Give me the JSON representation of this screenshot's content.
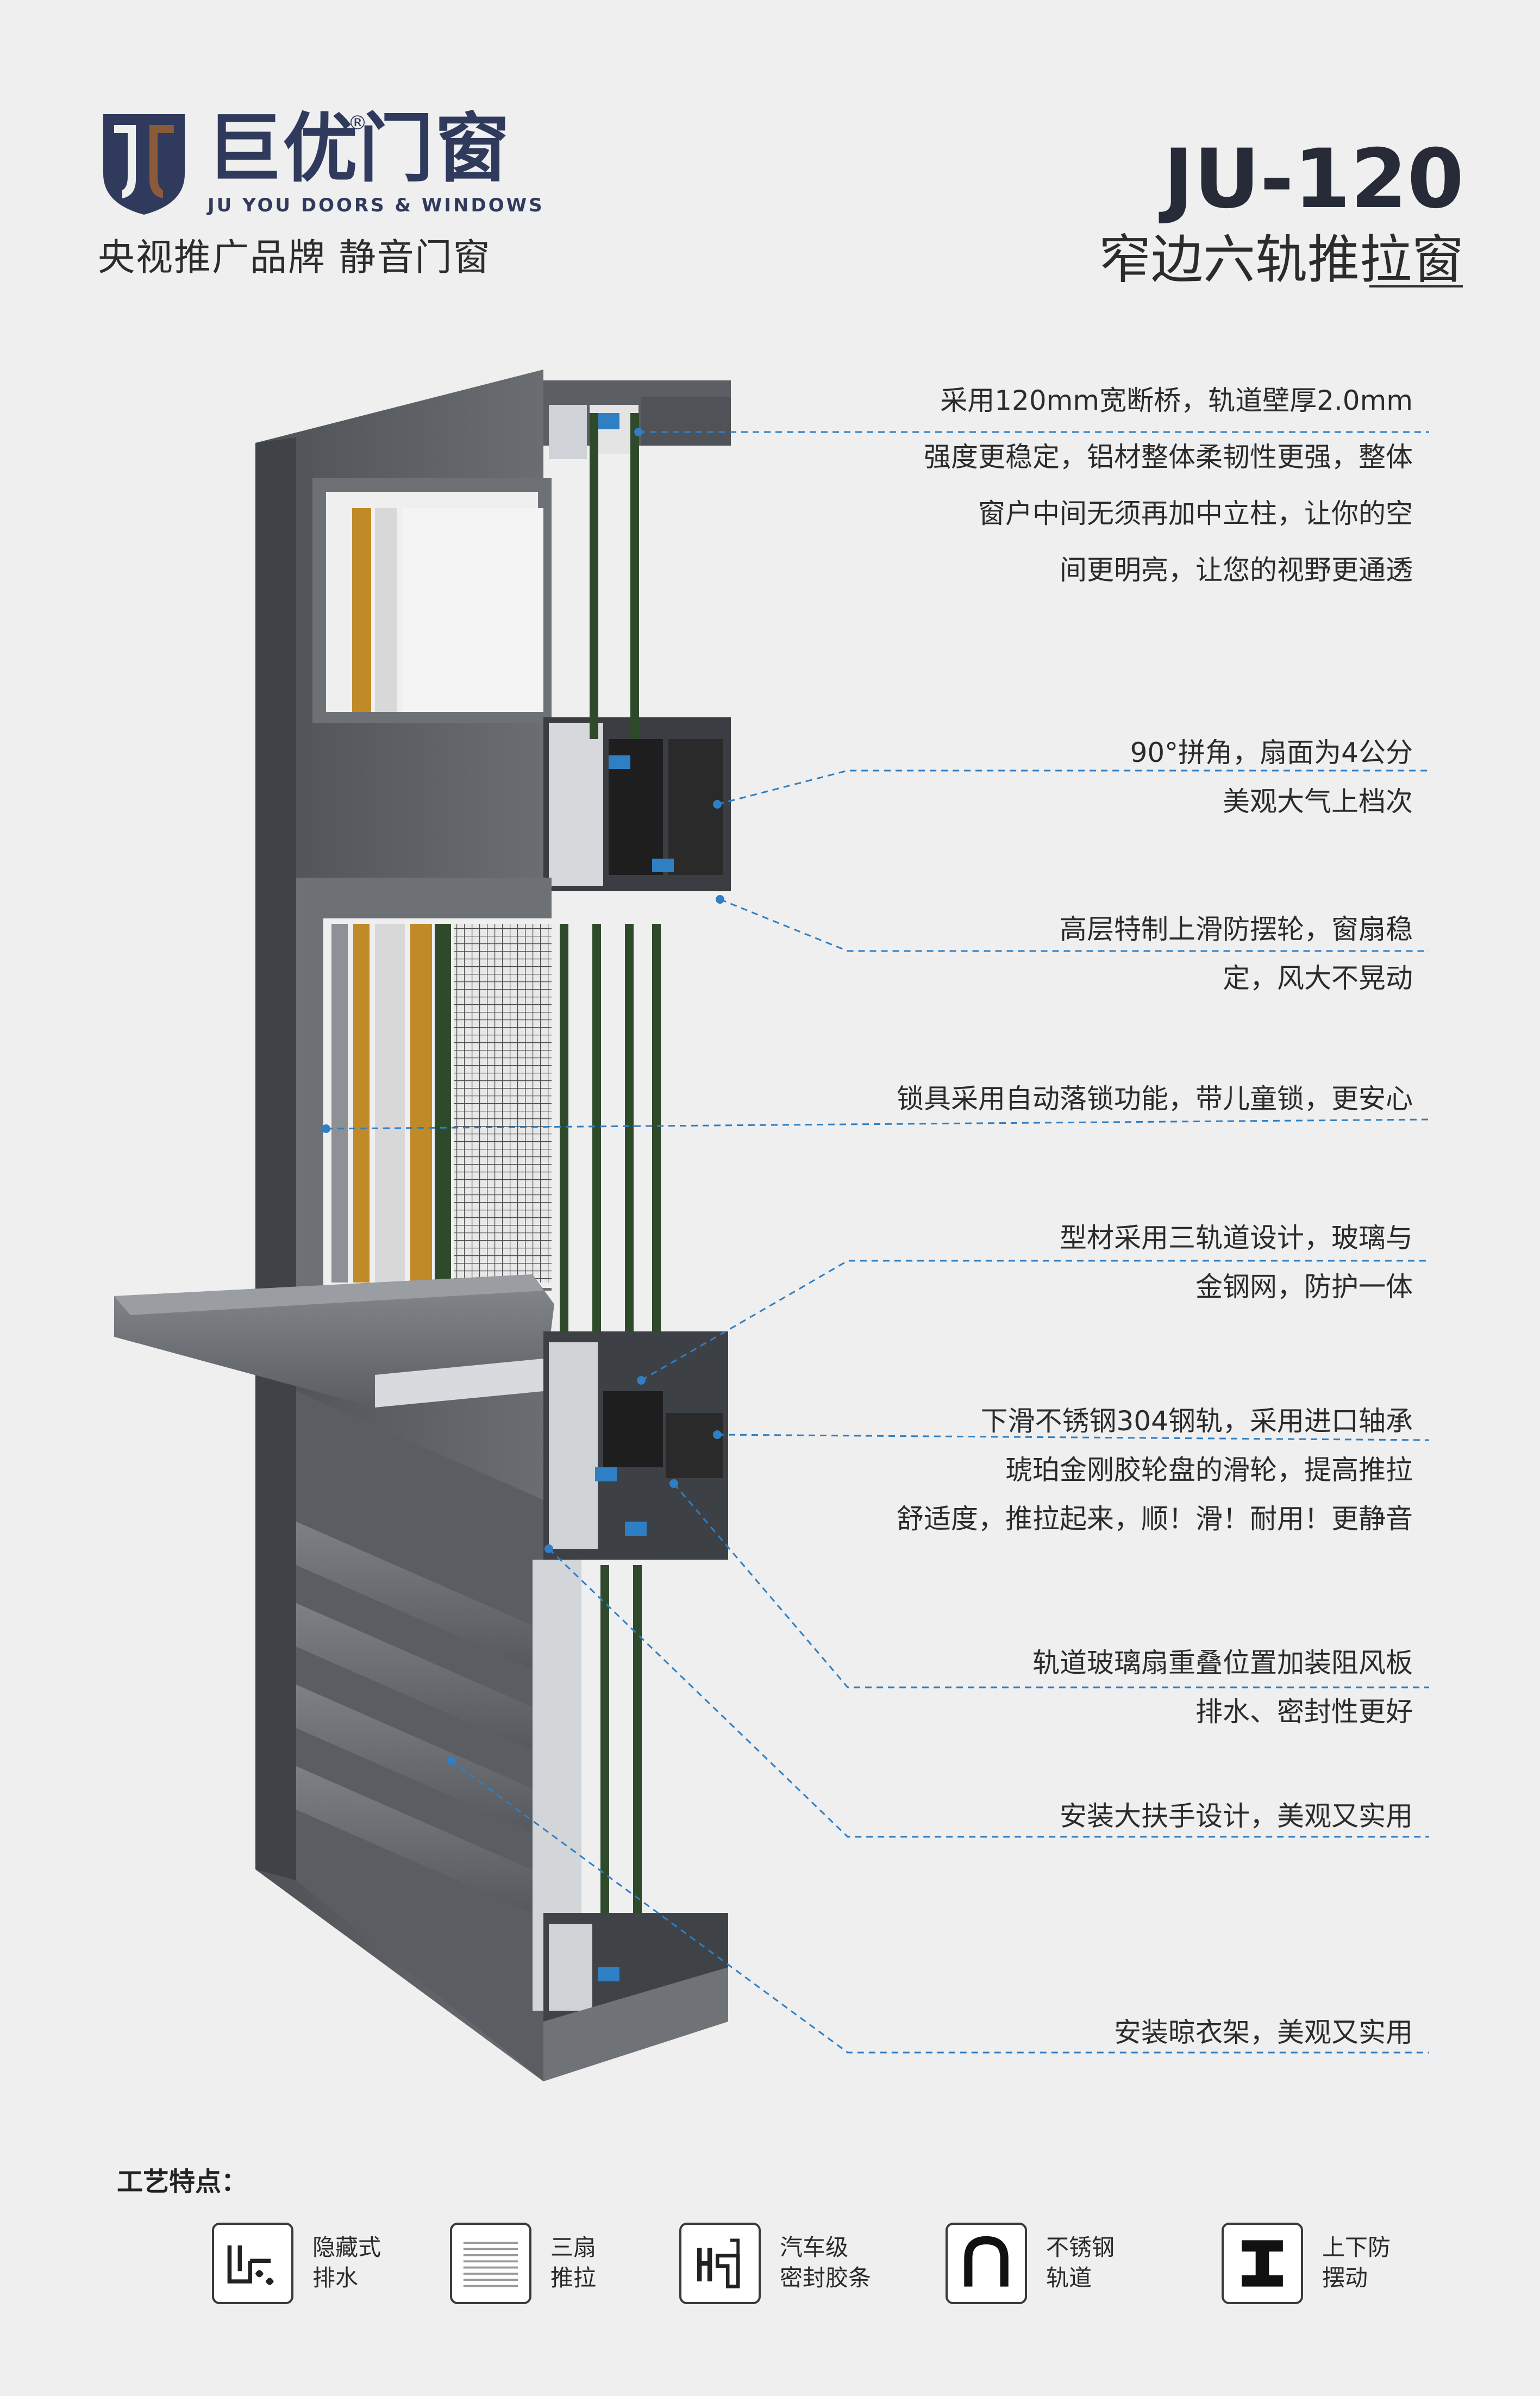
{
  "brand": {
    "name_cn": "巨优门窗",
    "registered": "®",
    "name_en": "JU YOU DOORS & WINDOWS",
    "slogan": "央视推广品牌  静音门窗"
  },
  "product": {
    "model": "JU-120",
    "name": "窄边六轨推拉窗"
  },
  "callouts": [
    {
      "id": "bridge",
      "lines": [
        "采用120mm宽断桥，轨道壁厚2.0mm",
        "强度更稳定，铝材整体柔韧性更强，整体",
        "窗户中间无须再加中立柱，让你的空",
        "间更明亮，让您的视野更通透"
      ]
    },
    {
      "id": "corner",
      "lines": [
        "90°拼角，扇面为4公分",
        "美观大气上档次"
      ]
    },
    {
      "id": "anti-swing",
      "lines": [
        "高层特制上滑防摆轮，窗扇稳",
        "定，风大不晃动"
      ]
    },
    {
      "id": "lock",
      "lines": [
        "锁具采用自动落锁功能，带儿童锁，更安心"
      ]
    },
    {
      "id": "three-track",
      "lines": [
        "型材采用三轨道设计，玻璃与",
        "金钢网，防护一体"
      ]
    },
    {
      "id": "rail",
      "lines": [
        "下滑不锈钢304钢轨，采用进口轴承",
        "琥珀金刚胶轮盘的滑轮，提高推拉",
        "舒适度，推拉起来，顺！滑！耐用！更静音"
      ]
    },
    {
      "id": "wind-block",
      "lines": [
        "轨道玻璃扇重叠位置加装阻风板",
        "排水、密封性更好"
      ]
    },
    {
      "id": "handle",
      "lines": [
        "安装大扶手设计，美观又实用"
      ]
    },
    {
      "id": "rack",
      "lines": [
        "安装晾衣架，美观又实用"
      ]
    }
  ],
  "features": {
    "title": "工艺特点：",
    "items": [
      {
        "icon": "hidden-drain-icon",
        "label": "隐藏式\n排水"
      },
      {
        "icon": "three-sash-icon",
        "label": "三扇\n推拉"
      },
      {
        "icon": "auto-seal-icon",
        "label": "汽车级\n密封胶条"
      },
      {
        "icon": "steel-rail-icon",
        "label": "不锈钢\n轨道"
      },
      {
        "icon": "anti-swing-icon",
        "label": "上下防\n摆动"
      }
    ]
  },
  "colors": {
    "brand_navy": "#303a5c",
    "brand_bronze": "#8a5a3a",
    "frame_grey": "#5f6266",
    "leader_blue": "#2f7fc4",
    "glass_green": "#2f4a2a",
    "wood_gold": "#c08a28"
  }
}
